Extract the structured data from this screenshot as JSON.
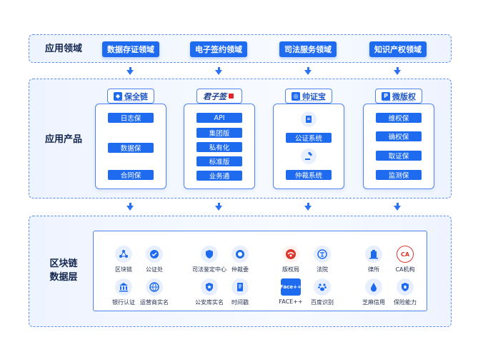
{
  "layers": {
    "application_domain": "应用领域",
    "application_product": "应用产品",
    "blockchain_data_line1": "区块链",
    "blockchain_data_line2": "数据层"
  },
  "domains": [
    "数据存证领域",
    "电子签约领域",
    "司法服务领域",
    "知识产权领域"
  ],
  "products": [
    {
      "logo": "保全链",
      "logo_sub": "BAOQUANLIAN",
      "items": [
        "日志保",
        "数据保",
        "合同保"
      ]
    },
    {
      "logo": "君子签",
      "logo_sub": "",
      "items": [
        "API",
        "集团版",
        "私有化",
        "标准版",
        "业务通"
      ]
    },
    {
      "logo": "帅证宝",
      "logo_sub": "zhengbaozhou",
      "items": [
        "公证系统",
        "仲裁系统"
      ]
    },
    {
      "logo": "微版权",
      "logo_sub": "www.weiquan.com",
      "items": [
        "维权保",
        "确权保",
        "取证保",
        "监测保"
      ]
    }
  ],
  "data_nodes": [
    [
      "区块链",
      "公证处",
      "银行认证",
      "运营商实名"
    ],
    [
      "司法鉴定中心",
      "仲裁委",
      "公安库实名",
      "时间戳"
    ],
    [
      "版权局",
      "法院",
      "FACE++",
      "百度识别"
    ],
    [
      "律所",
      "CA机构",
      "芝麻信用",
      "保险能力"
    ]
  ],
  "icon_marks": {
    "face_text": "Face++",
    "ca_text": "CA"
  },
  "colors": {
    "accent": "#1f6bf0",
    "border": "#5b8cf0",
    "band_bg": "#eef4ff"
  }
}
